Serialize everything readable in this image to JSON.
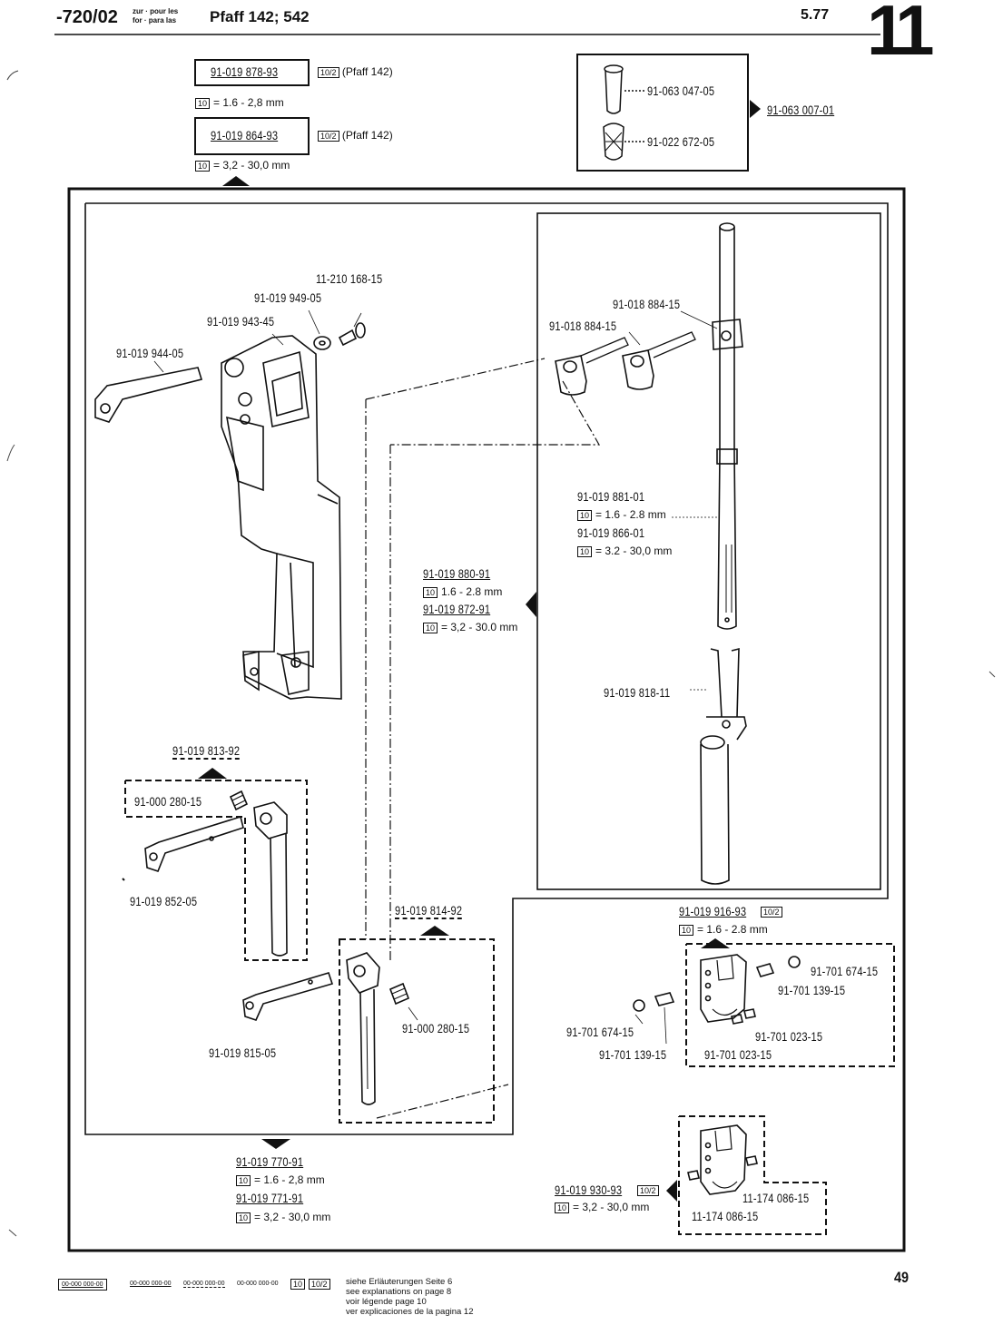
{
  "header": {
    "code": "-720/02",
    "lang_line1": "zur · pour les",
    "lang_line2": "for · para las",
    "title": "Pfaff 142; 542",
    "date": "5.77",
    "page_group": "11"
  },
  "top_left": {
    "part_a": "91-019 878-93",
    "part_a_variant": "10/2",
    "part_a_model": "(Pfaff 142)",
    "part_a_range_tag": "10",
    "part_a_range": "= 1.6 - 2,8 mm",
    "part_b": "91-019 864-93",
    "part_b_variant": "10/2",
    "part_b_model": "(Pfaff 142)",
    "part_b_range_tag": "10",
    "part_b_range": "= 3,2 - 30,0 mm"
  },
  "top_right": {
    "part_1": "91-063 047-05",
    "part_2": "91-022 672-05",
    "assembly": "91-063 007-01"
  },
  "labels": {
    "l1": "11-210 168-15",
    "l2": "91-019 949-05",
    "l3": "91-019 943-45",
    "l4": "91-019 944-05",
    "l5": "91-018 884-15",
    "l6": "91-018 884-15",
    "l7": "91-019 881-01",
    "l7_tag": "10",
    "l7_range": "= 1.6 - 2.8 mm",
    "l8": "91-019 866-01",
    "l8_tag": "10",
    "l8_range": "= 3.2 - 30,0 mm",
    "l9": "91-019 880-91",
    "l9_tag": "10",
    "l9_range": "1.6 - 2.8 mm",
    "l10": "91-019 872-91",
    "l10_tag": "10",
    "l10_range": "= 3,2 - 30.0 mm",
    "l11": "91-019 818-11",
    "l12": "91-019 813-92",
    "l13": "91-000 280-15",
    "l14": "91-019 852-05",
    "l15": "91-019 814-92",
    "l16": "91-000 280-15",
    "l17": "91-019 815-05",
    "l18": "91-019 916-93",
    "l18_variant": "10/2",
    "l18_tag": "10",
    "l18_range": "= 1.6 - 2.8 mm",
    "l19": "91-701 674-15",
    "l20": "91-701 139-15",
    "l21": "91-701 674-15",
    "l22": "91-701 139-15",
    "l23": "91-701 023-15",
    "l24": "91-701 023-15",
    "l25": "91-019 770-91",
    "l25_tag": "10",
    "l25_range": "= 1.6 - 2,8 mm",
    "l26": "91-019 771-91",
    "l26_tag": "10",
    "l26_range": "= 3,2 - 30,0 mm",
    "l27": "91-019 930-93",
    "l27_variant": "10/2",
    "l27_tag": "10",
    "l27_range": "= 3,2 - 30,0 mm",
    "l28": "11-174 086-15",
    "l29": "11-174 086-15"
  },
  "footer": {
    "legend_a": "00-000 000-00",
    "legend_b": "00-000 000-00",
    "legend_c": "00-000 000-00",
    "legend_d": "00-000 000-00",
    "legend_tag": "10",
    "legend_variant": "10/2",
    "note_de": "siehe Erläuterungen Seite 6",
    "note_en": "see explanations on page 8",
    "note_fr": "voir légende page 10",
    "note_es": "ver explicaciones de la pagina 12",
    "page_number": "49"
  }
}
